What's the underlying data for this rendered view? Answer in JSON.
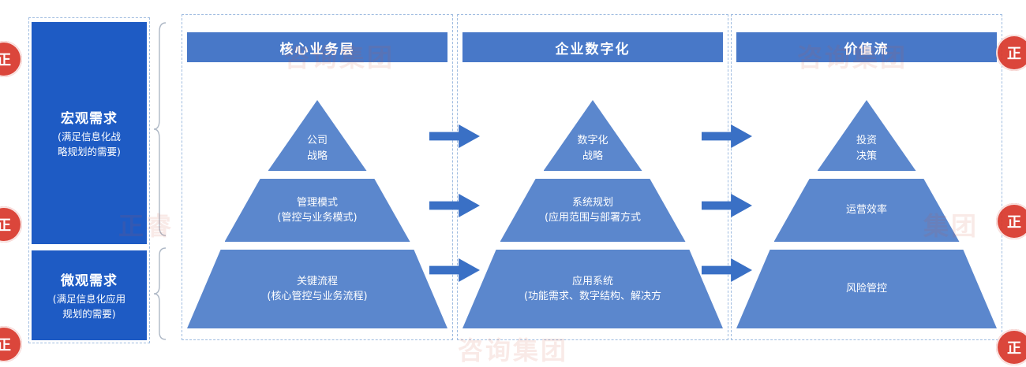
{
  "left_panel": {
    "macro": {
      "title": "宏观需求",
      "subtitle_line1": "(满足信息化战",
      "subtitle_line2": "略规划的需要)"
    },
    "micro": {
      "title": "微观需求",
      "subtitle_line1": "(满足信息化应用",
      "subtitle_line2": "规划的需要)"
    }
  },
  "columns": [
    {
      "header": "核心业务层",
      "level1_line1": "公司",
      "level1_line2": "战略",
      "level2_line1": "管理模式",
      "level2_line2": "(管控与业务模式)",
      "level3_line1": "关键流程",
      "level3_line2": "(核心管控与业务流程)"
    },
    {
      "header": "企业数字化",
      "level1_line1": "数字化",
      "level1_line2": "战略",
      "level2_line1": "系统规划",
      "level2_line2": "(应用范围与部署方式",
      "level3_line1": "应用系统",
      "level3_line2": "(功能需求、数字结构、解决方"
    },
    {
      "header": "价值流",
      "level1_line1": "投资",
      "level1_line2": "决策",
      "level2_line1": "运营效率",
      "level2_line2": "",
      "level3_line1": "风险管控",
      "level3_line2": ""
    }
  ],
  "colors": {
    "demand_box_blue": "#1e5bc4",
    "header_blue": "#4878c8",
    "pyramid_blue": "#5b87cd",
    "arrow_blue": "#3a70c5",
    "dashed_border": "#9fbce0",
    "stamp_red": "#d8372b"
  },
  "watermark": {
    "stamp_glyph": "正",
    "texts": [
      "咨询集团",
      "咨询集团",
      "正睿",
      "集团",
      "咨询集团"
    ]
  }
}
